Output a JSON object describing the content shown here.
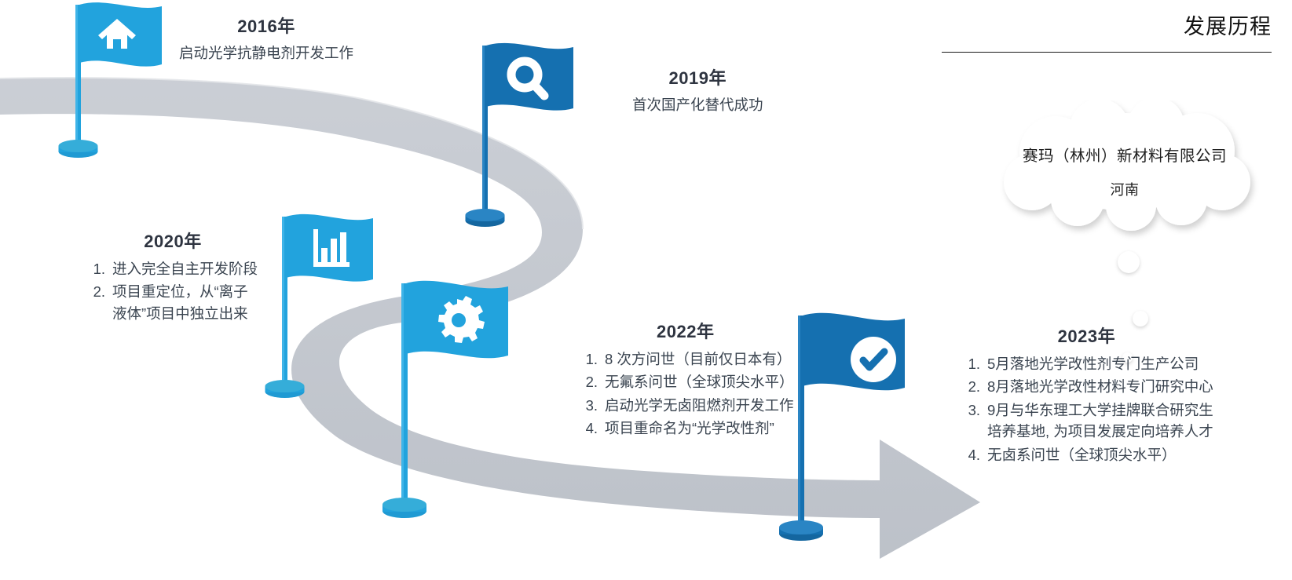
{
  "header": {
    "title": "发展历程"
  },
  "cloud": {
    "company": "赛玛（林州）新材料有限公司",
    "location": "河南"
  },
  "colors": {
    "flag_light": "#22a3dd",
    "flag_dark": "#1570b0",
    "road": "#bfc4cc",
    "year_text": "#2e3440",
    "body_text": "#3a4450",
    "header_text": "#111111"
  },
  "milestones": [
    {
      "year": "2016年",
      "icon": "home-icon",
      "flag_color": "#22a3dd",
      "desc": "启动光学抗静电剂开发工作",
      "items": []
    },
    {
      "year": "2019年",
      "icon": "search-icon",
      "flag_color": "#1570b0",
      "desc": "首次国产化替代成功",
      "items": []
    },
    {
      "year": "2020年",
      "icon": "bar-chart-icon",
      "flag_color": "#22a3dd",
      "desc": "",
      "items": [
        {
          "num": "1.",
          "text": "进入完全自主开发阶段"
        },
        {
          "num": "2.",
          "text": "项目重定位，从“离子\n液体”项目中独立出来"
        }
      ]
    },
    {
      "year": "2022年",
      "icon": "gear-icon",
      "flag_color": "#22a3dd",
      "desc": "",
      "items": [
        {
          "num": "1.",
          "text": "8 次方问世（目前仅日本有）"
        },
        {
          "num": "2.",
          "text": "无氟系问世（全球顶尖水平）"
        },
        {
          "num": "3.",
          "text": "启动光学无卤阻燃剂开发工作"
        },
        {
          "num": "4.",
          "text": "项目重命名为“光学改性剂”"
        }
      ]
    },
    {
      "year": "2023年",
      "icon": "check-circle-icon",
      "flag_color": "#1570b0",
      "desc": "",
      "items": [
        {
          "num": "1.",
          "text": "5月落地光学改性剂专门生产公司"
        },
        {
          "num": "2.",
          "text": "8月落地光学改性材料专门研究中心"
        },
        {
          "num": "3.",
          "text": "9月与华东理工大学挂牌联合研究生\n培养基地, 为项目发展定向培养人才"
        },
        {
          "num": "4.",
          "text": "无卤系问世（全球顶尖水平）"
        }
      ]
    }
  ]
}
